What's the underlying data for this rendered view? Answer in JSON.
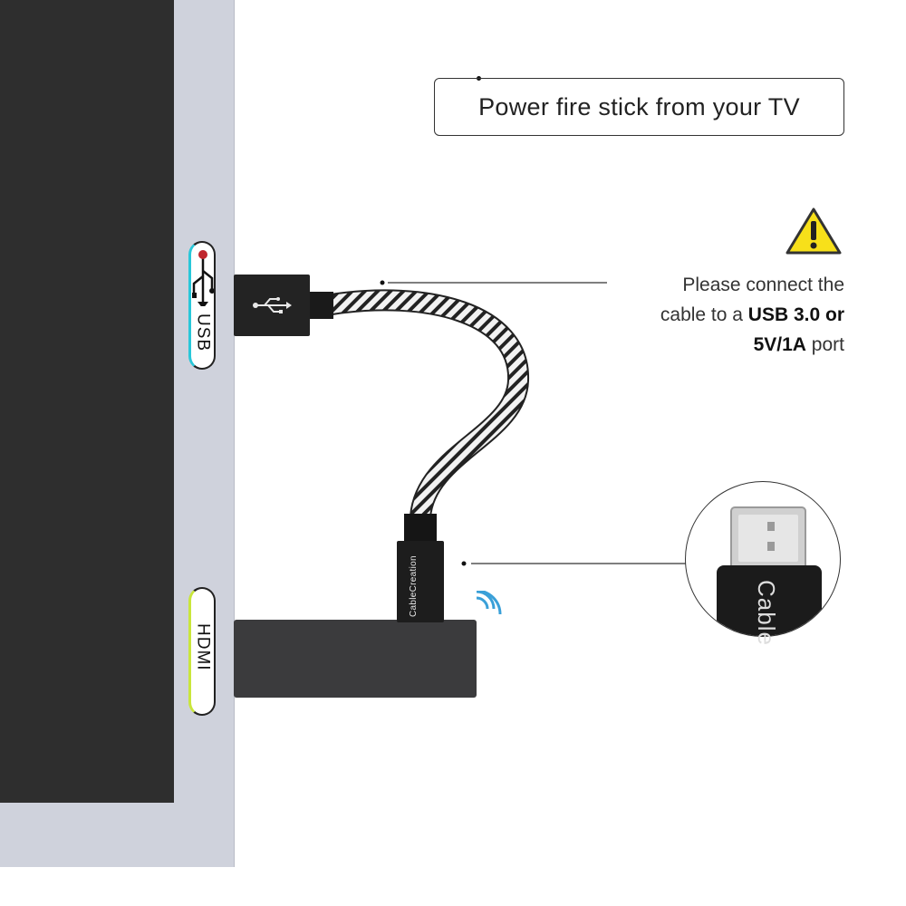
{
  "title": "Power fire stick from your TV",
  "note": {
    "line1": "Please connect the",
    "line2_prefix": "cable to a ",
    "line2_bold": "USB 3.0 or",
    "line3_bold": "5V/1A",
    "line3_suffix": " port"
  },
  "ports": {
    "usb_label": "USB",
    "hdmi_label": "HDMI"
  },
  "brand": "CableCreation",
  "zoom_text": "Cable",
  "icons": {
    "usb": "usb-symbol-icon",
    "warning": "warning-triangle-icon",
    "wireless": "wireless-signal-icon"
  },
  "colors": {
    "usb_accent": "#28c7d9",
    "hdmi_accent": "#c9e63b",
    "warning": "#f7e01a",
    "wireless": "#3aa0d8"
  }
}
